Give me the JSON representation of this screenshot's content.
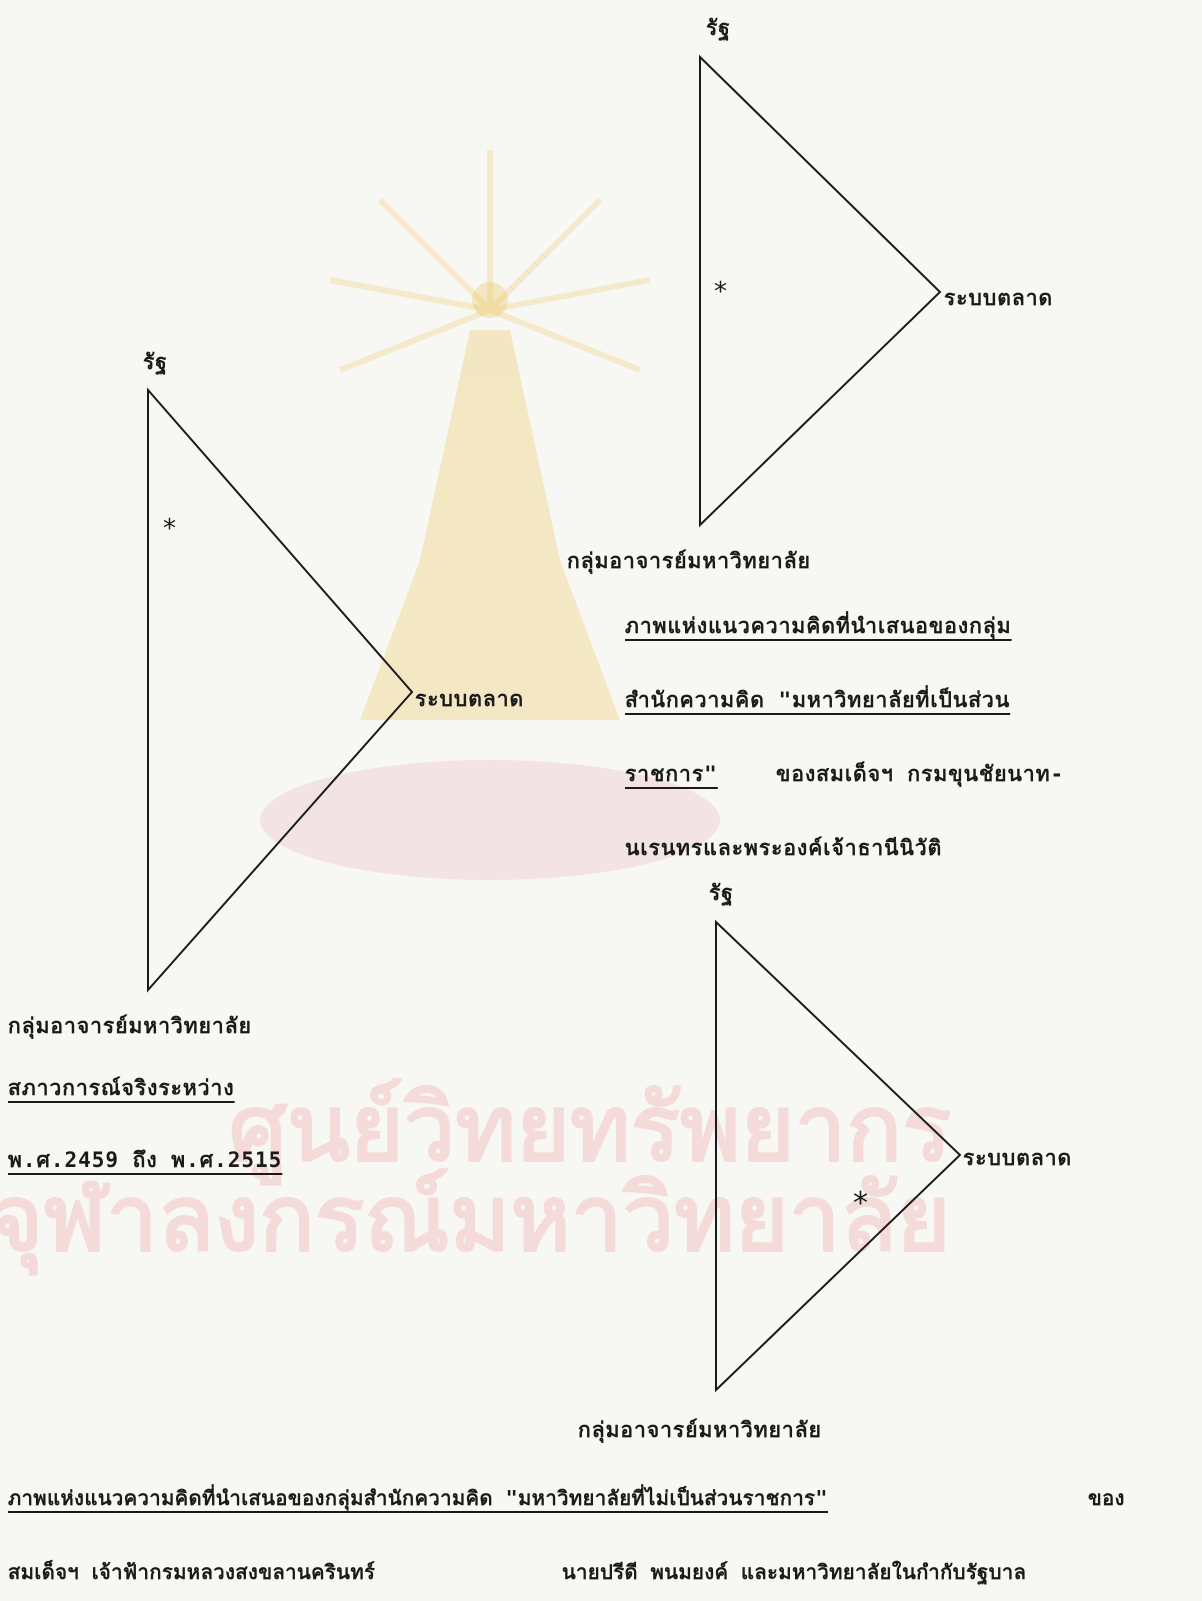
{
  "diagram_top": {
    "apex_label": "รัฐ",
    "right_label": "ระบบตลาด",
    "bottom_label": "กลุ่มอาจารย์มหาวิทยาลัย",
    "caption_lines": [
      "ภาพแห่งแนวความคิดที่นำเสนอของกลุ่ม",
      "สำนักความคิด \"มหาวิทยาลัยที่เป็นส่วน",
      "ราชการ\"",
      "ของสมเด็จฯ กรมขุนชัยนาท-",
      "นเรนทรและพระองค์เจ้าธานีนิวัติ"
    ]
  },
  "diagram_left": {
    "apex_label": "รัฐ",
    "right_label": "ระบบตลาด",
    "bottom_label": "กลุ่มอาจารย์มหาวิทยาลัย",
    "caption_lines": [
      "สภาวการณ์จริงระหว่าง",
      "พ.ศ.2459 ถึง พ.ศ.2515"
    ]
  },
  "diagram_bottom": {
    "apex_label": "รัฐ",
    "right_label": "ระบบตลาด",
    "bottom_label": "กลุ่มอาจารย์มหาวิทยาลัย"
  },
  "bottom_caption": {
    "line1_underlined": "ภาพแห่งแนวความคิดที่นำเสนอของกลุ่มสำนักความคิด \"มหาวิทยาลัยที่ไม่เป็นส่วนราชการ\"",
    "line1_tail": "ของ",
    "line2_left": "สมเด็จฯ เจ้าฟ้ากรมหลวงสงขลานครินทร์",
    "line2_right": "นายปรีดี พนมยงค์ และมหาวิทยาลัยในกำกับรัฐบาล"
  },
  "marker_symbol": "*",
  "colors": {
    "ink": "#1a1a1a",
    "seal": "#e9b21a",
    "watermark_text": "#f2c4c4"
  },
  "watermark": {
    "line1": "ศูนย์วิทยทรัพยากร",
    "line2": "จุฬาลงกรณ์มหาวิทยาลัย"
  }
}
